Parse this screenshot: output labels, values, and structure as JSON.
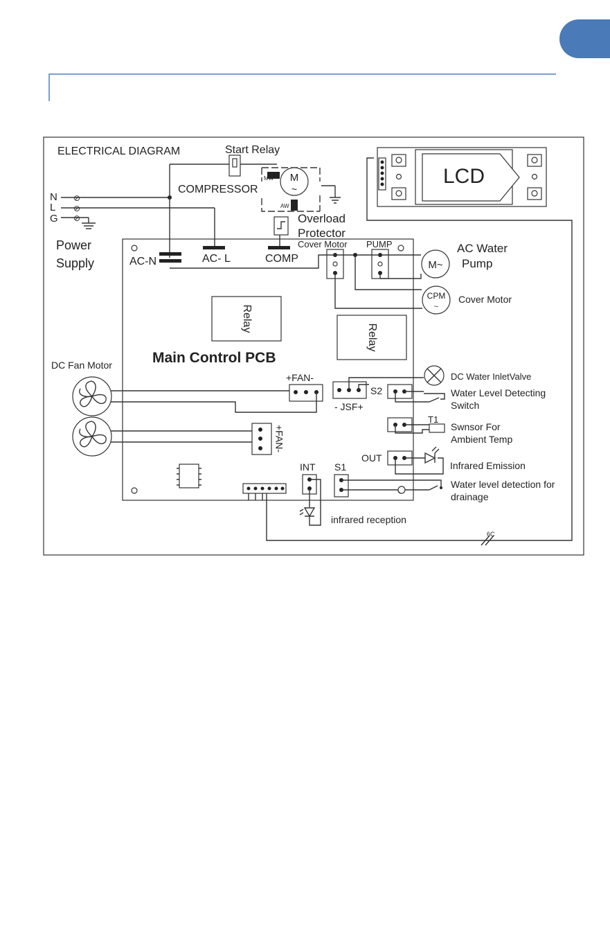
{
  "diagram": {
    "title": "ELECTRICAL DIAGRAM",
    "start_relay": "Start Relay",
    "compressor": "COMPRESSOR",
    "motor_m": "M",
    "motor_tilde": "~",
    "mw": "MW",
    "aw": "AW",
    "overload_line1": "Overload",
    "overload_line2": "Protector",
    "lcd": "LCD",
    "line_n": "N",
    "line_l": "L",
    "line_g": "G",
    "power_line1": "Power",
    "power_line2": "Supply",
    "ac_n": "AC-N",
    "ac_l": "AC- L",
    "comp": "COMP",
    "cover_motor_header": "Cover Motor",
    "pump_header": "PUMP",
    "ac_pump_line1": "AC Water",
    "ac_pump_line2": "Pump",
    "pump_motor_label": "M~",
    "cpm": "CPM",
    "cover_motor_label": "Cover Motor",
    "relay_1": "Relay",
    "relay_2": "Relay",
    "main_pcb": "Main Control PCB",
    "dc_fan_motor": "DC Fan Motor",
    "fan_header_top": "+FAN-",
    "fan_header_side": "+FAN-",
    "jsf": "- JSF+",
    "s2": "S2",
    "inlet_valve": "DC Water InletValve",
    "level_switch_line1": "Water Level Detecting",
    "level_switch_line2": "Switch",
    "t1": "T1",
    "sensor_line1": "Swnsor For",
    "sensor_line2": "Ambient Temp",
    "out": "OUT",
    "infrared_emission": "Infrared Emission",
    "int": "INT",
    "s1": "S1",
    "drainage_line1": "Water level detection for",
    "drainage_line2": "drainage",
    "infrared_reception": "infrared reception",
    "cable_count": "6C"
  }
}
